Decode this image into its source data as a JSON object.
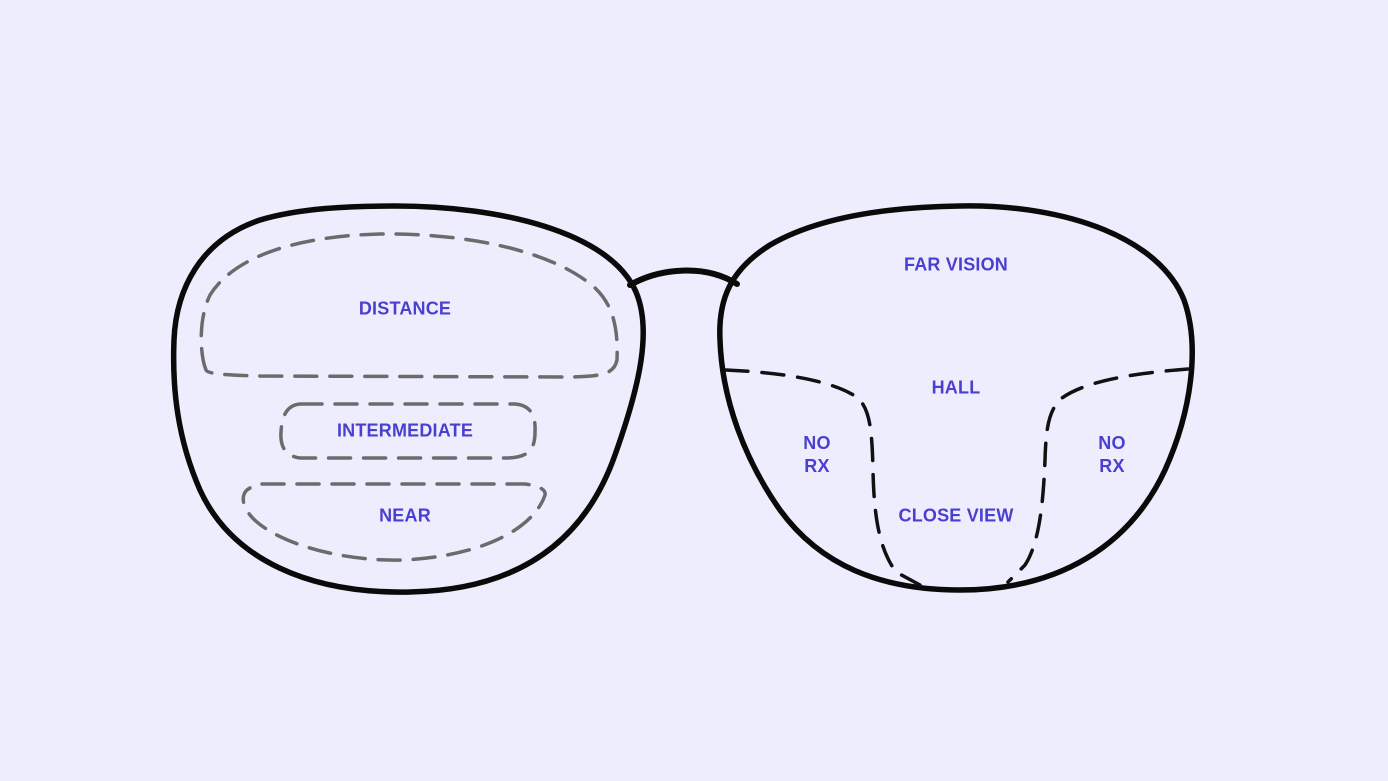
{
  "colors": {
    "background": "#EEEDFD",
    "frame": "#0A0A0A",
    "left_zone_dash": "#6B6B6B",
    "right_zone_dash": "#111111",
    "label": "#4A3FD0"
  },
  "left_lens": {
    "type": "progressive-zones",
    "zones": [
      {
        "id": "distance",
        "label": "DISTANCE"
      },
      {
        "id": "intermediate",
        "label": "INTERMEDIATE"
      },
      {
        "id": "near",
        "label": "NEAR"
      }
    ]
  },
  "right_lens": {
    "type": "progressive-corridor",
    "zones": [
      {
        "id": "far-vision",
        "label": "FAR VISION"
      },
      {
        "id": "hall",
        "label": "HALL"
      },
      {
        "id": "no-rx-left",
        "line1": "NO",
        "line2": "RX"
      },
      {
        "id": "close-view",
        "label": "CLOSE VIEW"
      },
      {
        "id": "no-rx-right",
        "line1": "NO",
        "line2": "RX"
      }
    ]
  }
}
